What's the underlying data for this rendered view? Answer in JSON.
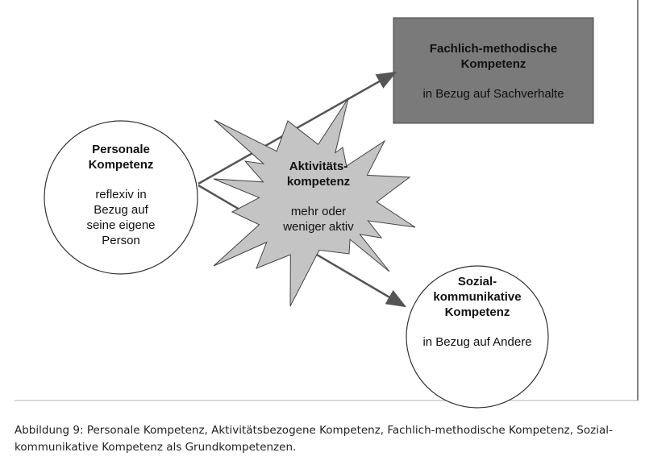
{
  "nodes": {
    "personal": {
      "title": "Personale Kompetenz",
      "subtitle": "reflexiv in Bezug auf seine eigene Person"
    },
    "activity": {
      "title_line1": "Aktivitäts-",
      "title_line2": "kompetenz",
      "subtitle_line1": "mehr oder",
      "subtitle_line2": "weniger aktiv"
    },
    "technical": {
      "title_line1": "Fachlich-methodische",
      "title_line2": "Kompetenz",
      "subtitle": "in Bezug auf Sachverhalte"
    },
    "social": {
      "title_line1": "Sozial-",
      "title_line2": "kommunikative",
      "title_line3": "Kompetenz",
      "subtitle": "in Bezug auf Andere"
    }
  },
  "colors": {
    "box": "#7a7a7a",
    "star": "#c4c4c4",
    "line": "#555555"
  },
  "caption": {
    "line1": "Abbildung 9: Personale Kompetenz, Aktivitätsbezogene Kompetenz, Fachlich-methodische Kompetenz, Sozial-",
    "line2": "kommunikative Kompetenz als Grundkompetenzen."
  }
}
